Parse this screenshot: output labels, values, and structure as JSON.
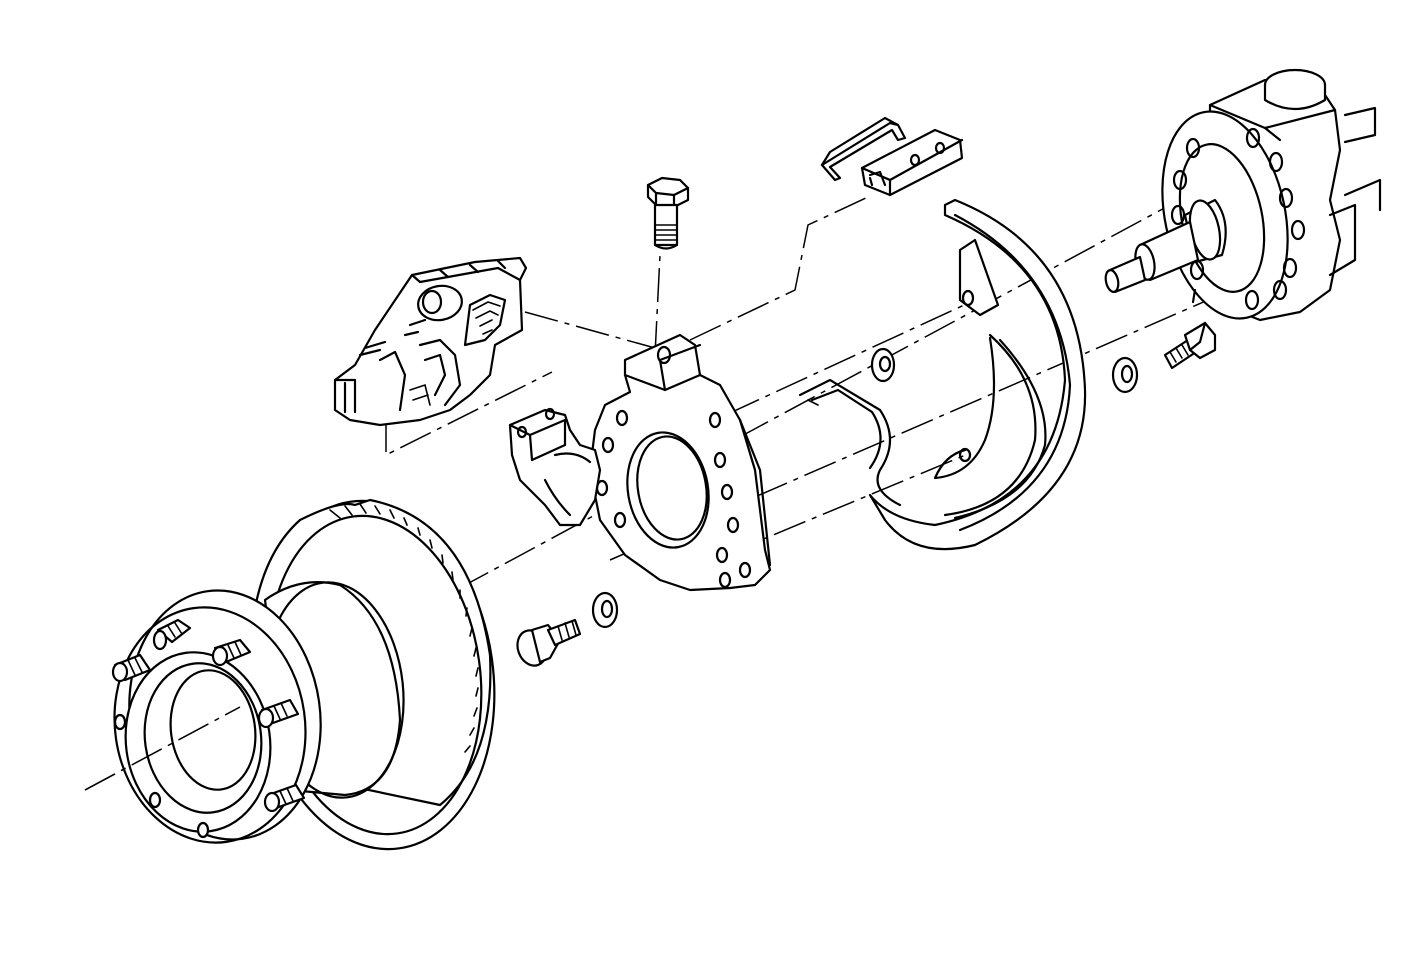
{
  "diagram": {
    "type": "exploded-view",
    "subject": "front-axle-disc-brake-assembly",
    "components": [
      {
        "id": "hub-and-rotor",
        "icon": "hub-rotor-icon"
      },
      {
        "id": "wheel-studs",
        "icon": "stud-icon"
      },
      {
        "id": "brake-caliper",
        "icon": "caliper-icon"
      },
      {
        "id": "caliper-support-key",
        "icon": "key-icon"
      },
      {
        "id": "caliper-anchor-plate",
        "icon": "anchor-plate-icon"
      },
      {
        "id": "anchor-bolt-top",
        "icon": "bolt-icon"
      },
      {
        "id": "anchor-bolt-lower",
        "icon": "bolt-icon"
      },
      {
        "id": "anchor-bolt-rear",
        "icon": "bolt-icon"
      },
      {
        "id": "washers",
        "icon": "washer-icon"
      },
      {
        "id": "dust-shield",
        "icon": "shield-icon"
      },
      {
        "id": "key-retainer-spring",
        "icon": "spring-clip-icon"
      },
      {
        "id": "caliper-key",
        "icon": "key-icon"
      },
      {
        "id": "steering-knuckle-spindle",
        "icon": "knuckle-icon"
      }
    ],
    "colors": {
      "line": "#000000",
      "background": "#ffffff"
    }
  }
}
